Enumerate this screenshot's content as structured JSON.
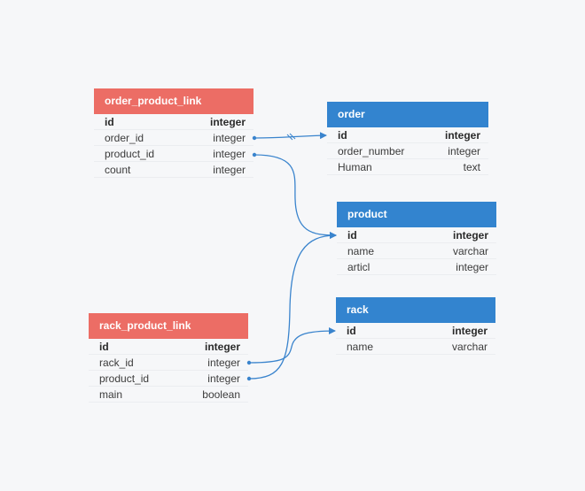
{
  "colors": {
    "link_table_header": "#ec6d65",
    "entity_table_header": "#3384cf",
    "connector": "#3a84cd",
    "background": "#f6f7f9"
  },
  "tables": {
    "order_product_link": {
      "title": "order_product_link",
      "rows": [
        {
          "name": "id",
          "type": "integer",
          "pk": true
        },
        {
          "name": "order_id",
          "type": "integer"
        },
        {
          "name": "product_id",
          "type": "integer"
        },
        {
          "name": "count",
          "type": "integer"
        }
      ]
    },
    "order": {
      "title": "order",
      "rows": [
        {
          "name": "id",
          "type": "integer",
          "pk": true
        },
        {
          "name": "order_number",
          "type": "integer"
        },
        {
          "name": "Human",
          "type": "text"
        }
      ]
    },
    "product": {
      "title": "product",
      "rows": [
        {
          "name": "id",
          "type": "integer",
          "pk": true
        },
        {
          "name": "name",
          "type": "varchar"
        },
        {
          "name": "articl",
          "type": "integer"
        }
      ]
    },
    "rack": {
      "title": "rack",
      "rows": [
        {
          "name": "id",
          "type": "integer",
          "pk": true
        },
        {
          "name": "name",
          "type": "varchar"
        }
      ]
    },
    "rack_product_link": {
      "title": "rack_product_link",
      "rows": [
        {
          "name": "id",
          "type": "integer",
          "pk": true
        },
        {
          "name": "rack_id",
          "type": "integer"
        },
        {
          "name": "product_id",
          "type": "integer"
        },
        {
          "name": "main",
          "type": "boolean"
        }
      ]
    }
  }
}
